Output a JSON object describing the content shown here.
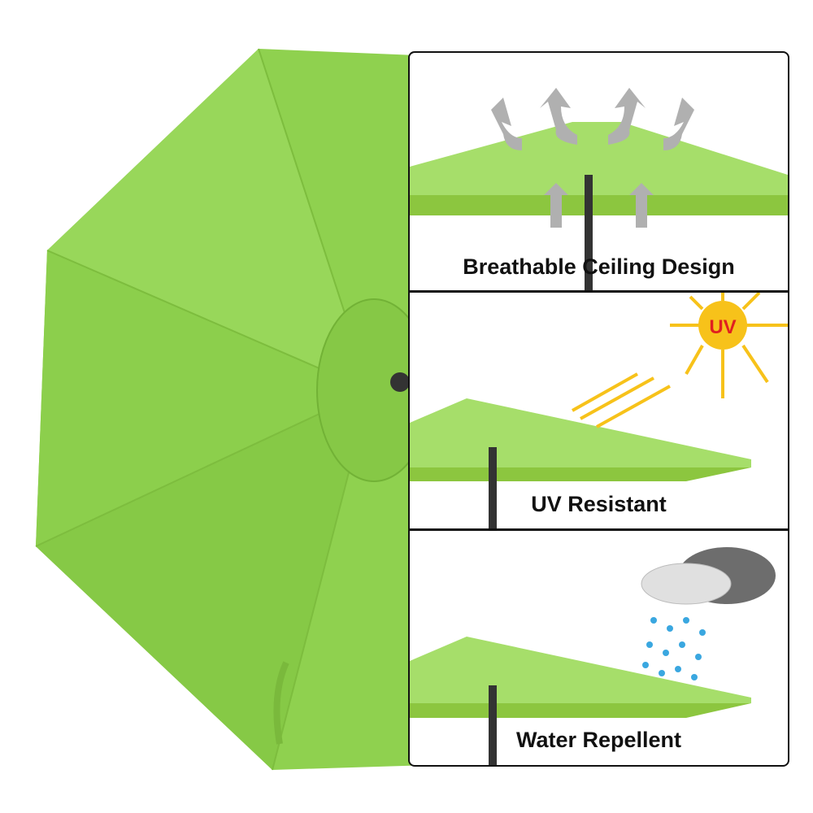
{
  "features": [
    {
      "label": "Breathable Ceiling Design",
      "icon": "vent-arrows-icon"
    },
    {
      "label": "UV Resistant",
      "icon": "sun-icon",
      "badge": "UV"
    },
    {
      "label": "Water Repellent",
      "icon": "rain-cloud-icon"
    }
  ],
  "colors": {
    "canopy": "#8fd14f",
    "canopy_light": "#a6de6a",
    "border": "#111111",
    "uv_text": "#e02020",
    "sun": "#f7c21a"
  }
}
